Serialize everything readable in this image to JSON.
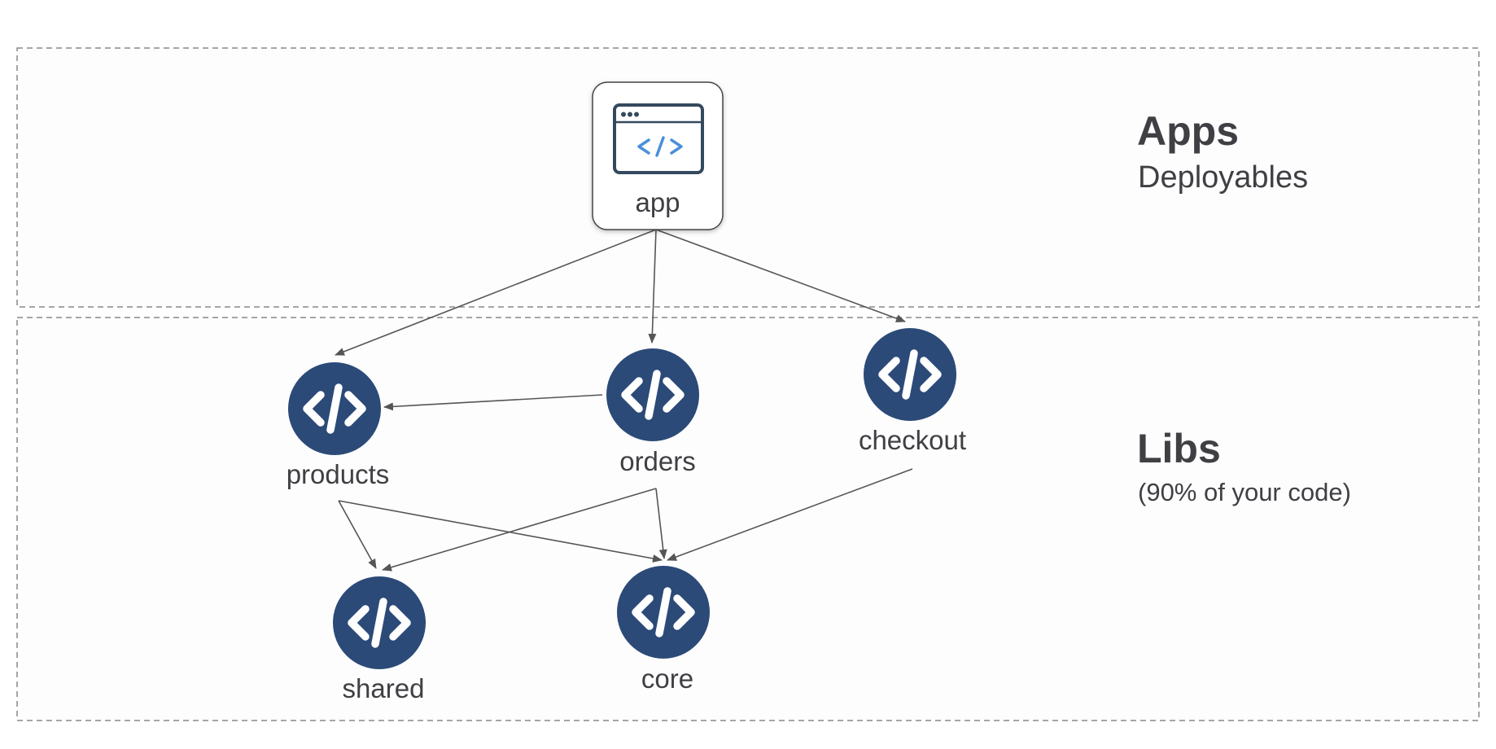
{
  "sections": {
    "apps": {
      "title": "Apps",
      "subtitle": "Deployables"
    },
    "libs": {
      "title": "Libs",
      "subtitle": "(90% of your code)"
    }
  },
  "nodes": {
    "app": {
      "label": "app",
      "kind": "application",
      "icon": "code-window-icon"
    },
    "products": {
      "label": "products",
      "kind": "library",
      "icon": "code-icon"
    },
    "orders": {
      "label": "orders",
      "kind": "library",
      "icon": "code-icon"
    },
    "checkout": {
      "label": "checkout",
      "kind": "library",
      "icon": "code-icon"
    },
    "shared": {
      "label": "shared",
      "kind": "library",
      "icon": "code-icon"
    },
    "core": {
      "label": "core",
      "kind": "library",
      "icon": "code-icon"
    }
  },
  "edges": [
    {
      "from": "app",
      "to": "products"
    },
    {
      "from": "app",
      "to": "orders"
    },
    {
      "from": "app",
      "to": "checkout"
    },
    {
      "from": "orders",
      "to": "products"
    },
    {
      "from": "products",
      "to": "shared"
    },
    {
      "from": "products",
      "to": "core"
    },
    {
      "from": "orders",
      "to": "shared"
    },
    {
      "from": "orders",
      "to": "core"
    },
    {
      "from": "checkout",
      "to": "core"
    }
  ],
  "colors": {
    "library_fill": "#2b4a78",
    "icon_stroke": "#ffffff",
    "app_icon_code": "#4a90d9",
    "app_icon_frame": "#34495e",
    "edge": "#555555",
    "section_border": "#888888",
    "section_fill": "#fdfdfd",
    "text": "#3f3f44"
  }
}
